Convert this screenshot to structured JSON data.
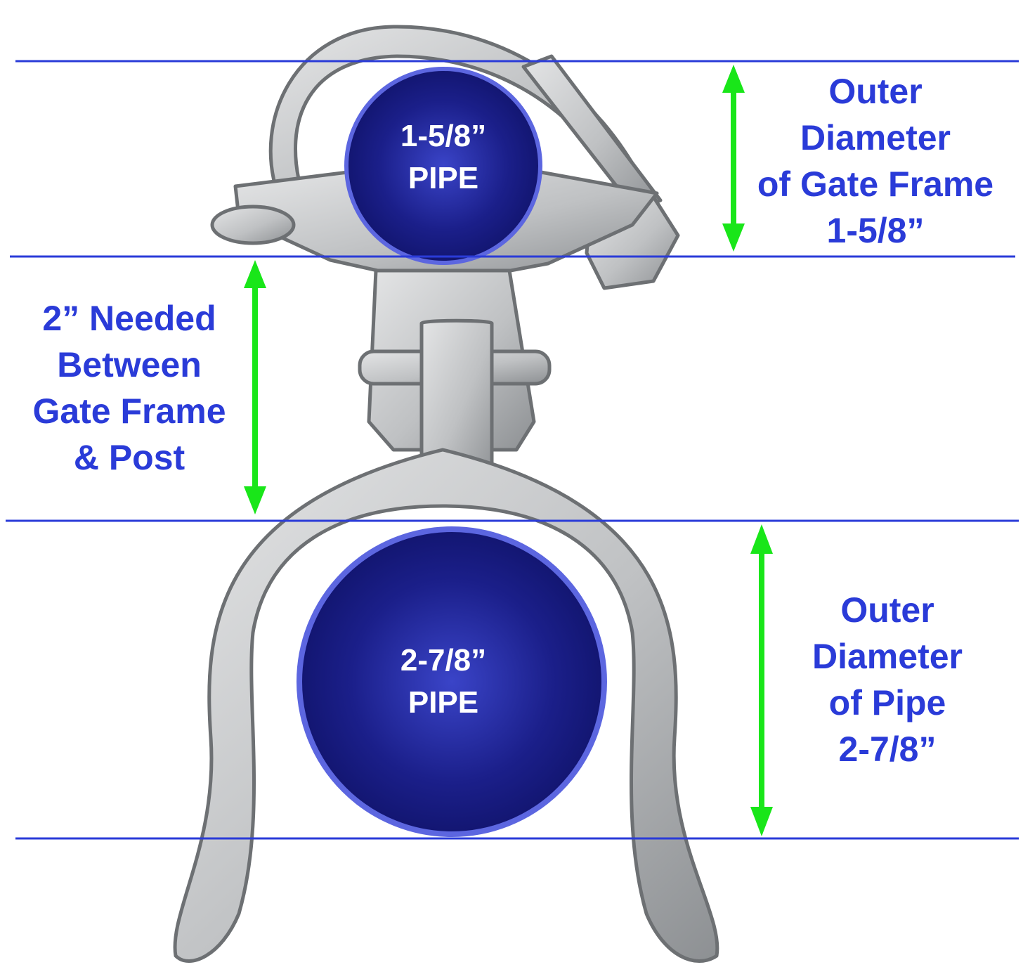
{
  "pipes": {
    "gate_frame": {
      "size": "1-5/8”",
      "word": "PIPE"
    },
    "post": {
      "size": "2-7/8”",
      "word": "PIPE"
    }
  },
  "dimensions": {
    "gate_frame_od": [
      "Outer",
      "Diameter",
      "of Gate Frame",
      "1-5/8”"
    ],
    "gap": [
      "2” Needed",
      "Between",
      "Gate Frame",
      "& Post"
    ],
    "pipe_od": [
      "Outer",
      "Diameter",
      "of Pipe",
      "2-7/8”"
    ]
  },
  "colors": {
    "guide_line": "#2a3bd8",
    "arrow": "#19e619",
    "label_text": "#2a3bd8",
    "pipe_fill": "#1b1f8a",
    "metal": "#c9cbcc"
  }
}
